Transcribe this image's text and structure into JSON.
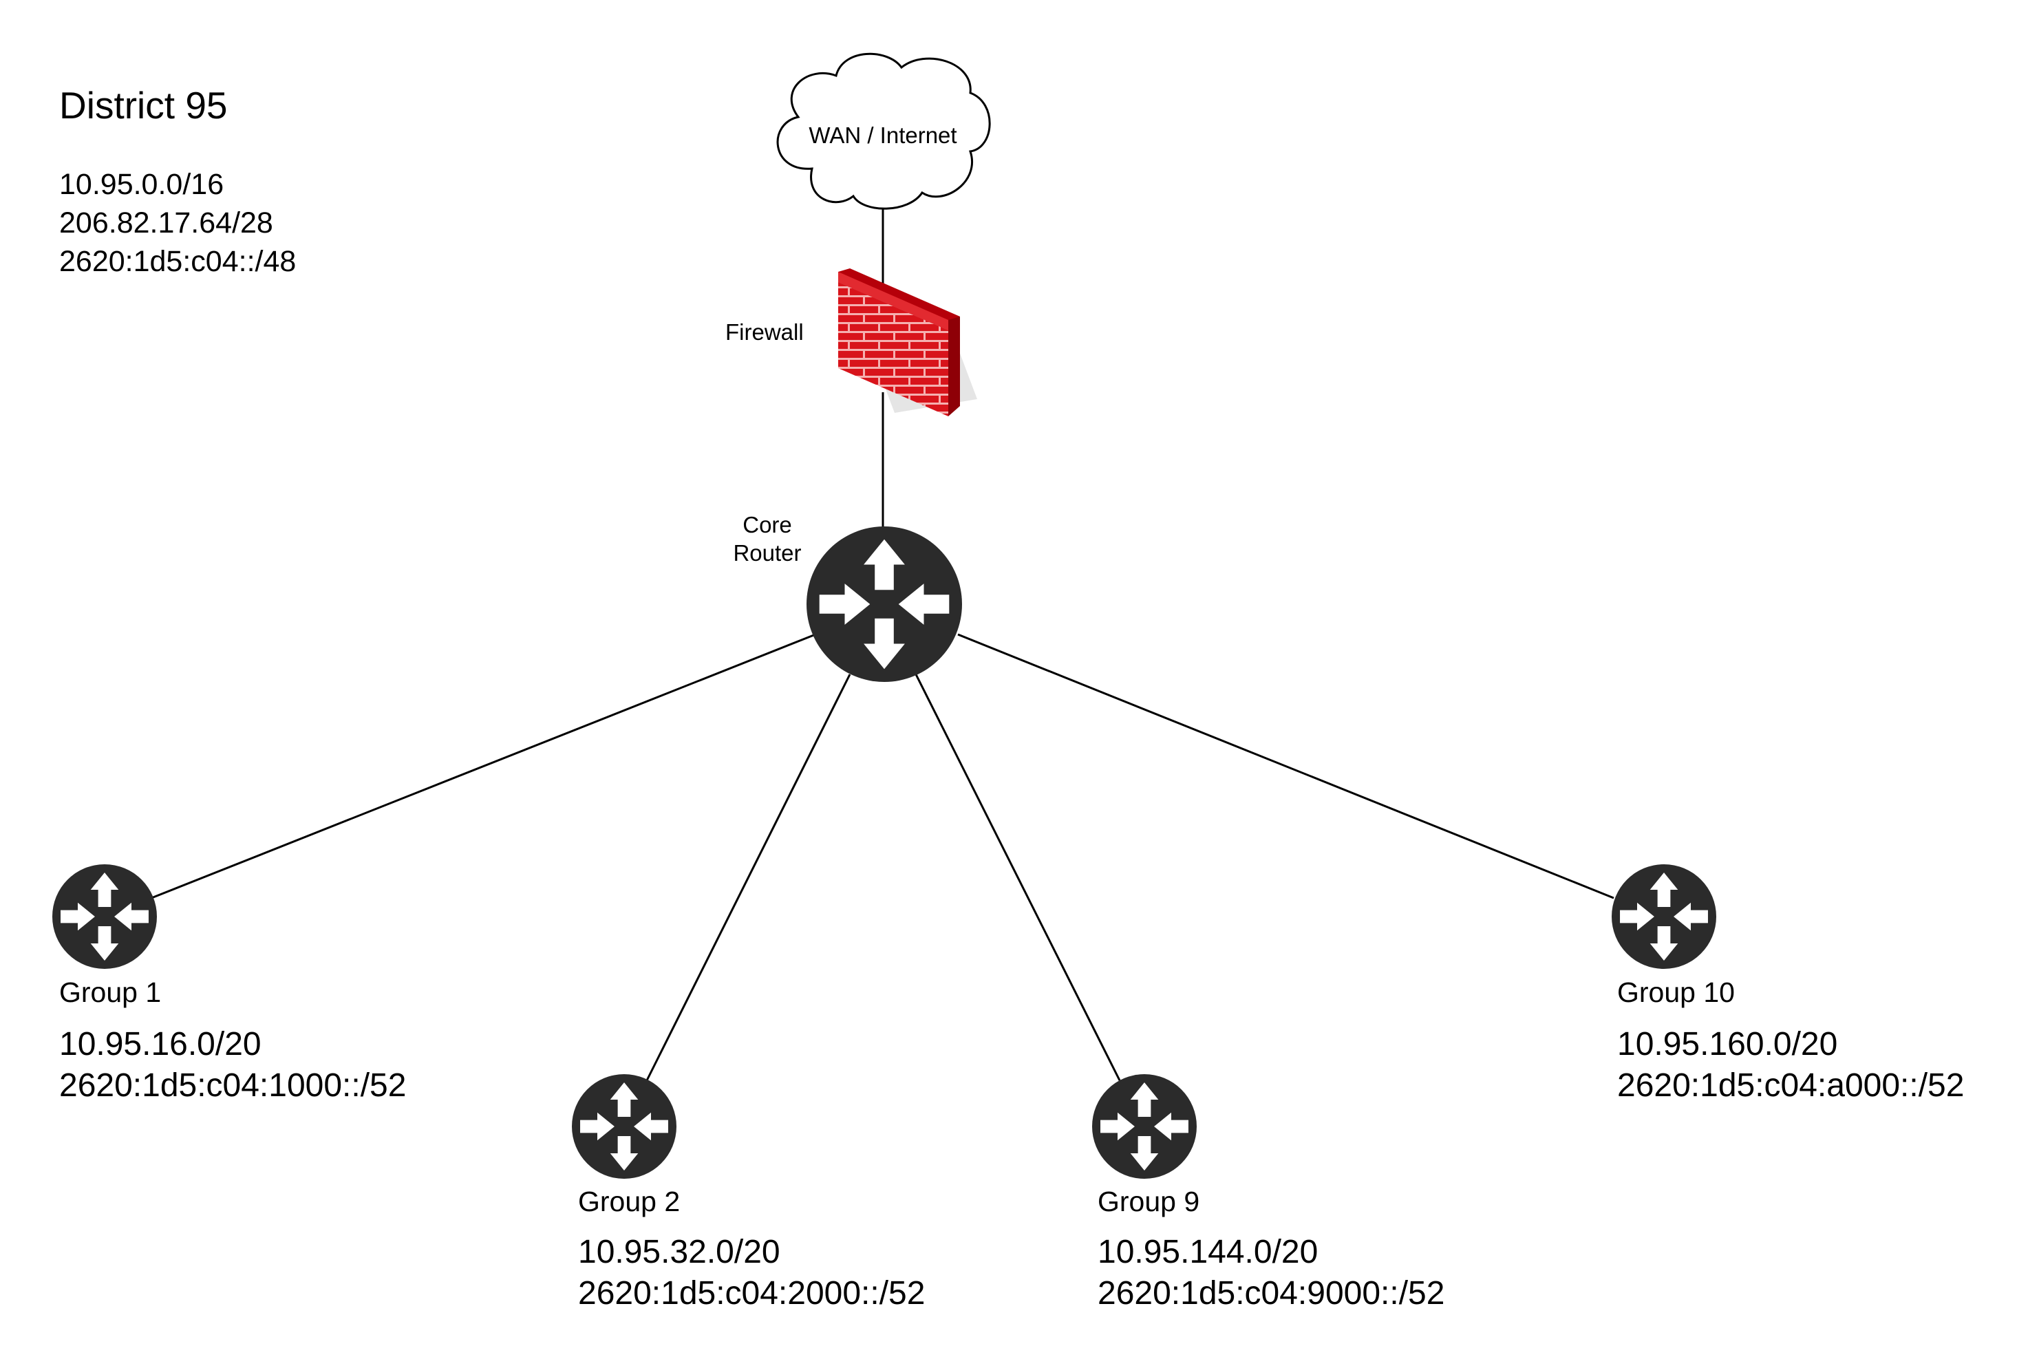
{
  "district": {
    "title": "District 95",
    "subnets": [
      "10.95.0.0/16",
      "206.82.17.64/28",
      "2620:1d5:c04::/48"
    ]
  },
  "wan": {
    "label": "WAN / Internet"
  },
  "firewall": {
    "label": "Firewall"
  },
  "core": {
    "label_line1": "Core",
    "label_line2": "Router"
  },
  "groups": [
    {
      "label": "Group 1",
      "ipv4": "10.95.16.0/20",
      "ipv6": "2620:1d5:c04:1000::/52"
    },
    {
      "label": "Group 2",
      "ipv4": "10.95.32.0/20",
      "ipv6": "2620:1d5:c04:2000::/52"
    },
    {
      "label": "Group 9",
      "ipv4": "10.95.144.0/20",
      "ipv6": "2620:1d5:c04:9000::/52"
    },
    {
      "label": "Group 10",
      "ipv4": "10.95.160.0/20",
      "ipv6": "2620:1d5:c04:a000::/52"
    }
  ],
  "colors": {
    "router": "#2b2b2b",
    "firewall": "#d8141b",
    "line": "#000000"
  }
}
